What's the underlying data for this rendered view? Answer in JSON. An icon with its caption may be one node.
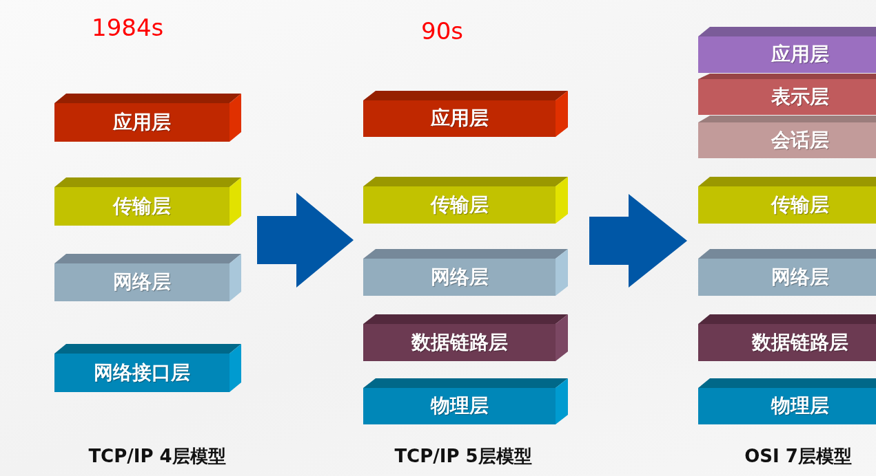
{
  "diagram": {
    "nodes": [
      {
        "text": [
          "应用层"
        ]
      },
      {
        "text": [
          "传输层"
        ]
      },
      {
        "text": [
          "网络层"
        ]
      },
      {
        "text": [
          "网络接口层"
        ]
      },
      {
        "text": [
          "应用层"
        ]
      },
      {
        "text": [
          "传输层"
        ]
      },
      {
        "text": [
          "网络层"
        ]
      },
      {
        "text": [
          "数据链路层"
        ]
      },
      {
        "text": [
          "物理层"
        ]
      },
      {
        "text": [
          "应用层"
        ]
      },
      {
        "text": [
          "表示层"
        ]
      },
      {
        "text": [
          "会话层"
        ]
      },
      {
        "text": [
          "传输层"
        ]
      },
      {
        "text": [
          "网络层"
        ]
      },
      {
        "text": [
          "数据链路层"
        ]
      },
      {
        "text": [
          "物理层"
        ]
      }
    ],
    "edges": [
      {
        "from": 2,
        "to": 6,
        "arrow": "to"
      },
      {
        "from": 6,
        "to": 13,
        "arrow": "to"
      }
    ],
    "labels": [
      "1984s",
      "90s",
      "TCP/IP 4层模型",
      "TCP/IP 5层模型",
      "OSI 7层模型"
    ]
  }
}
